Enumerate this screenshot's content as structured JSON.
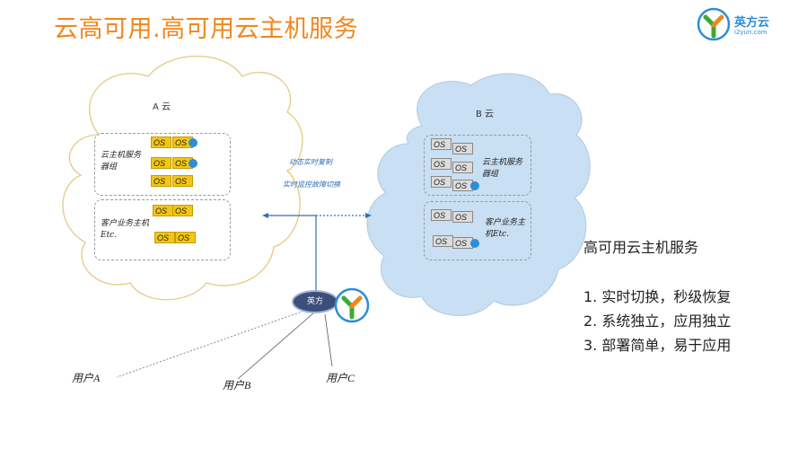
{
  "header": {
    "title": "云高可用.高可用云主机服务"
  },
  "logo": {
    "name": "英方云",
    "url_text": "i2yun.com"
  },
  "cloud_a": {
    "label": "A 云",
    "group1_label": "云主机服务器组",
    "group2_label": "客户业务主机Etc."
  },
  "cloud_b": {
    "label": "B 云",
    "group1_label": "云主机服务器组",
    "group2_label": "客户业务主机Etc."
  },
  "os_text": "OS",
  "middle": {
    "replication": "动态实时复制",
    "monitoring": "实时监控故障切换"
  },
  "hub": {
    "label": "英方"
  },
  "users": [
    "用户A",
    "用户B",
    "用户C"
  ],
  "features": {
    "title": "高可用云主机服务",
    "items": [
      "1. 实时切换，秒级恢复",
      "2. 系统独立，应用独立",
      "3. 部署简单，易于应用"
    ]
  },
  "colors": {
    "title": "#F0871E",
    "os_a": "#F3C613",
    "os_b": "#DCDCDC",
    "cloud_b_fill": "#C9DFF3",
    "accent": "#2E6FB6"
  }
}
